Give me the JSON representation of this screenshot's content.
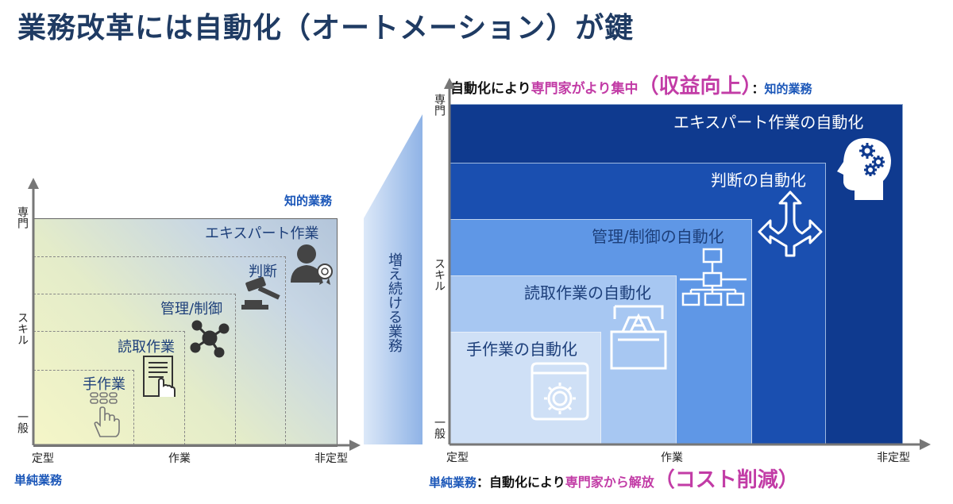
{
  "title": "業務改革には自動化（オートメーション）が鍵",
  "left": {
    "top_right_label": "知的業務",
    "bottom_left_label": "単純業務",
    "y_top": "専門",
    "y_mid": "スキル",
    "y_bottom": "一般",
    "x_left": "定型",
    "x_mid": "作業",
    "x_right": "非定型",
    "steps": [
      "手作業",
      "読取作業",
      "管理/制御",
      "判断",
      "エキスパート作業"
    ]
  },
  "connector_label": "増え続ける業務",
  "right": {
    "top_caption": {
      "part1": "自動化により",
      "part2": "専門家がより集中",
      "part3": "（収益向上）",
      "part4": "：",
      "part5": "知的業務"
    },
    "bottom_caption": {
      "part1": "単純業務",
      "part2": "：自動化により",
      "part3": "専門家から解放",
      "part4": "（コスト削減）"
    },
    "y_top": "専門",
    "y_mid": "スキル",
    "y_bottom": "一般",
    "x_left": "定型",
    "x_mid": "作業",
    "x_right": "非定型",
    "levels": [
      "手作業の自動化",
      "読取作業の自動化",
      "管理/制御の自動化",
      "判断の自動化",
      "エキスパート作業の自動化"
    ],
    "colors": [
      "#cfe0f6",
      "#a7c7f2",
      "#5f97e6",
      "#1a4fb0",
      "#0f3a8f"
    ]
  },
  "icons": [
    "robot-hand-icon",
    "document-hand-icon",
    "network-node-icon",
    "gavel-icon",
    "expert-person-icon",
    "gear-window-icon",
    "scanner-icon",
    "org-chart-icon",
    "branching-arrows-icon",
    "head-gears-icon"
  ]
}
